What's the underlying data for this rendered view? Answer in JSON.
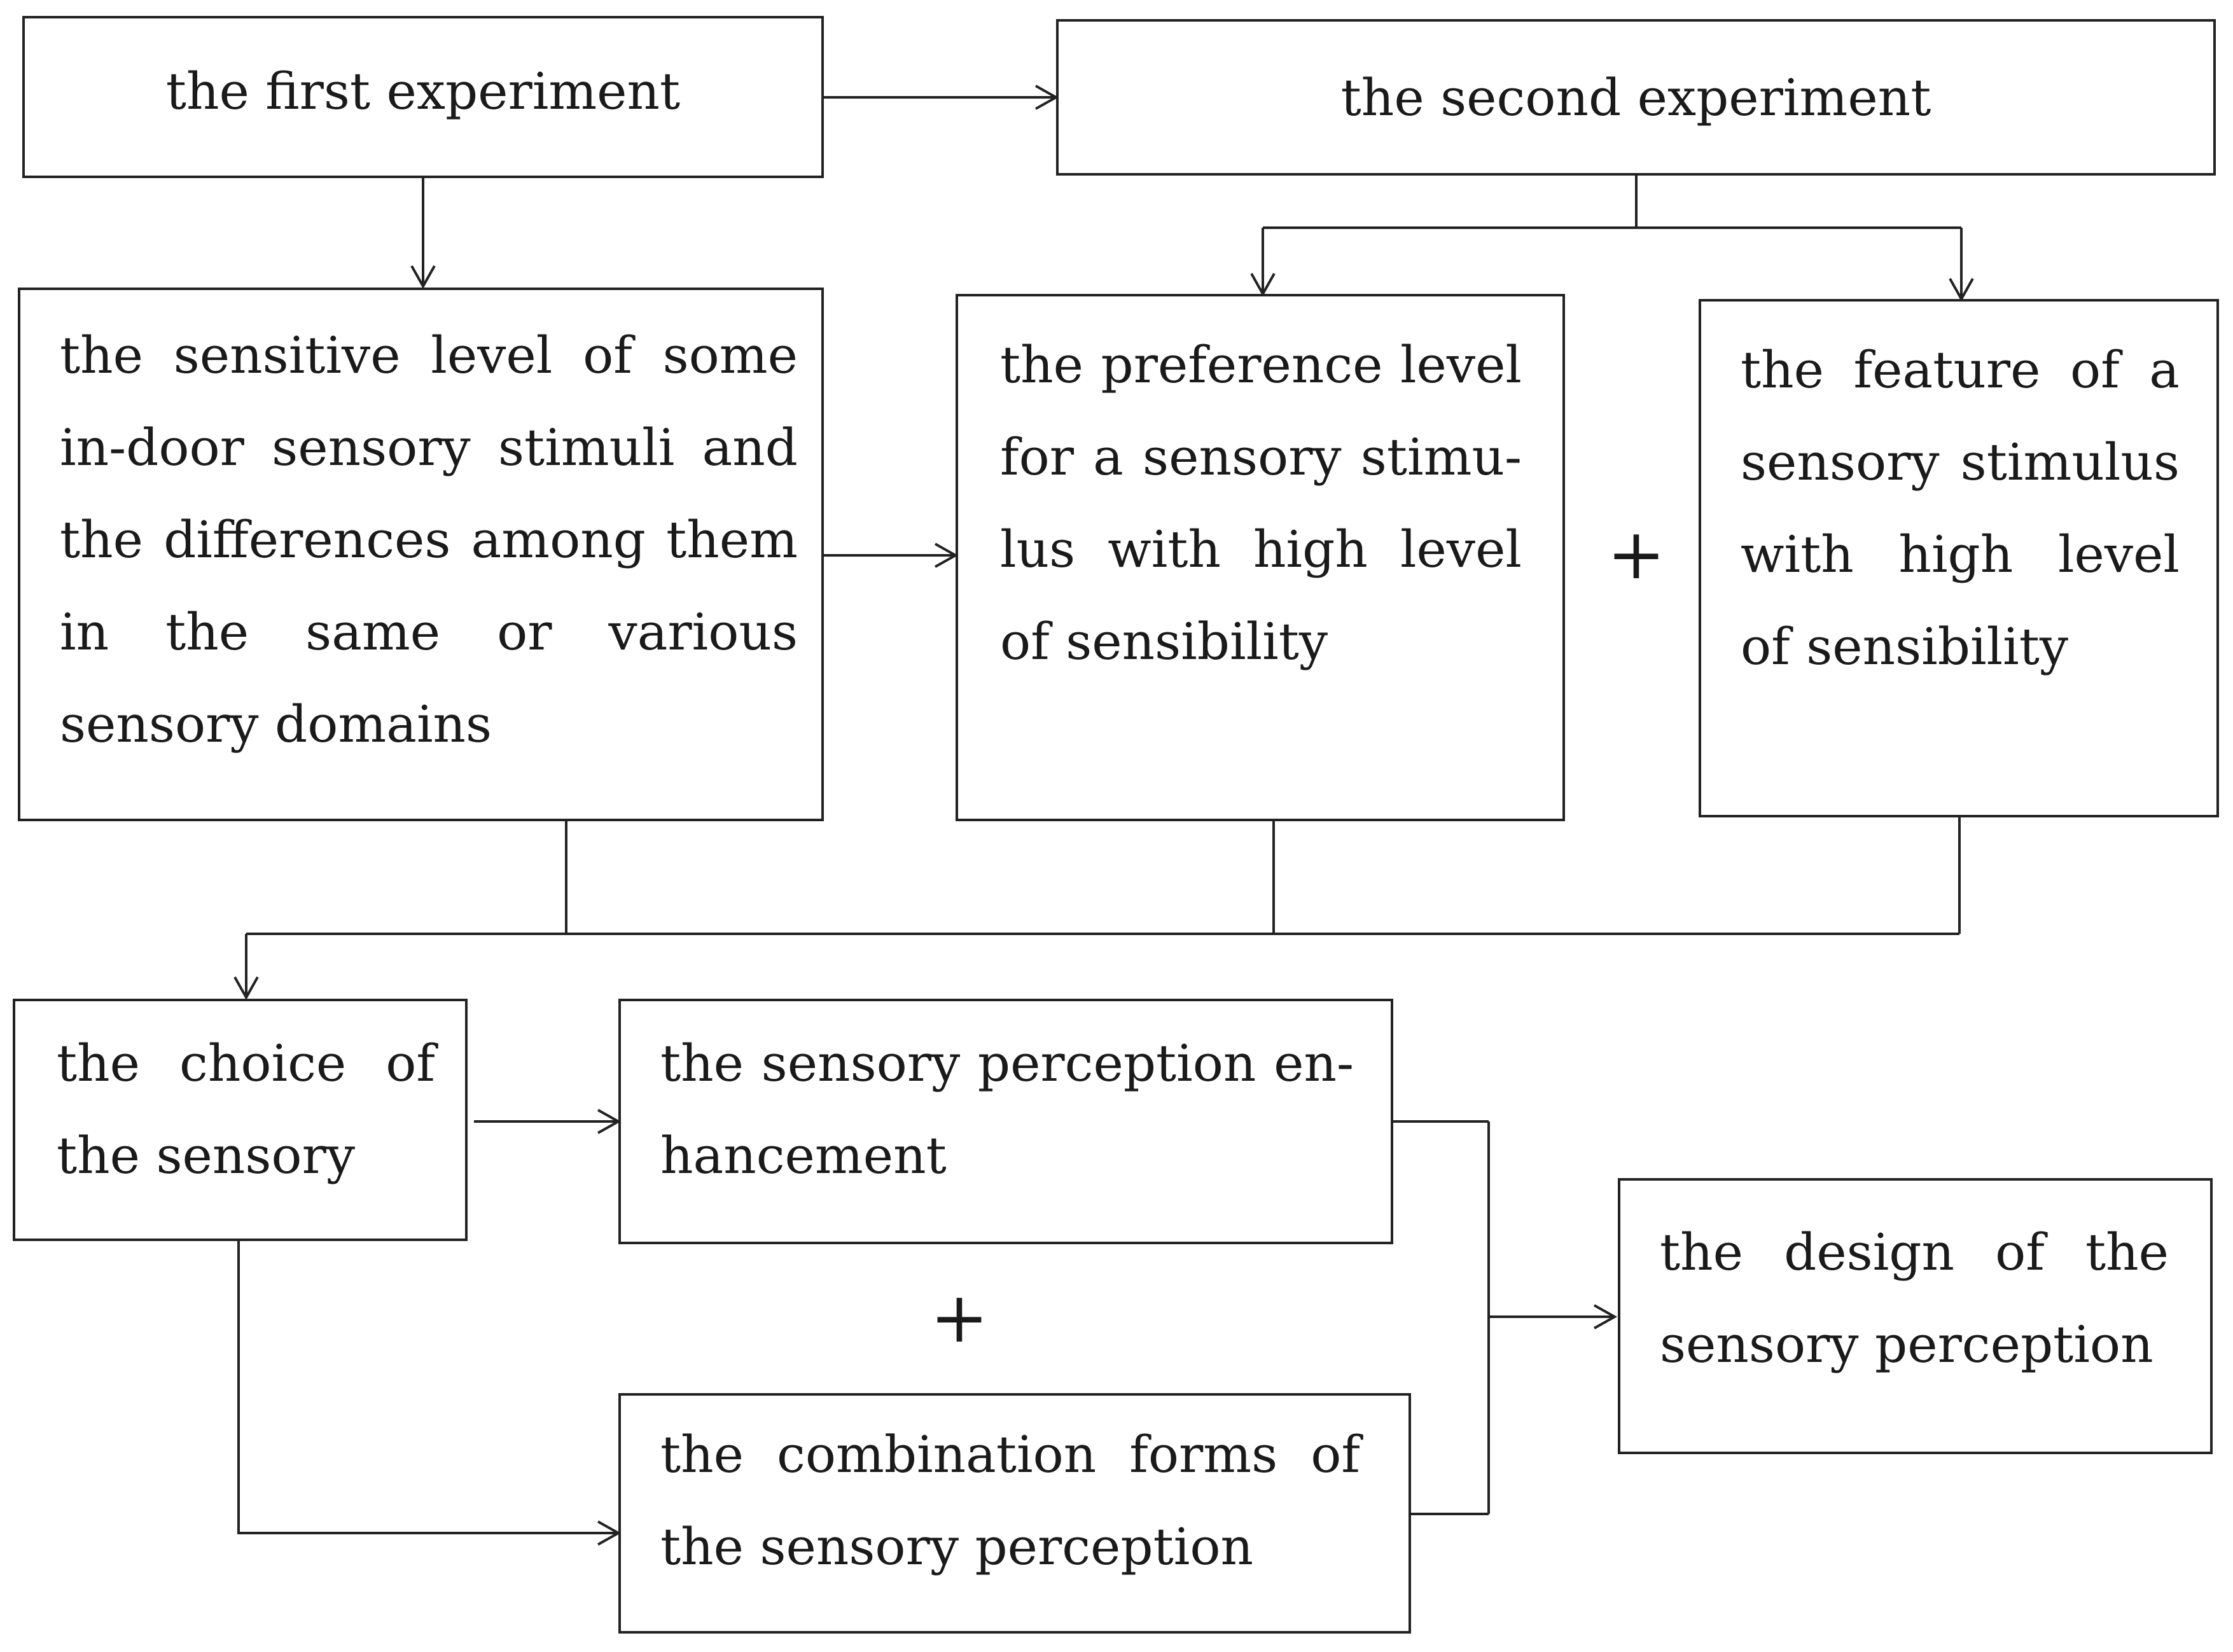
{
  "nodes": {
    "first_experiment": "the first experiment",
    "second_experiment": "the second experiment",
    "sensitive_level": "the sensitive level of some in-door sensory stimuli and the differences among them in the same or various sensory domains",
    "preference_level": "the preference level for a sensory stimu-lus with high level of sensibility",
    "feature": "the feature of a sensory stimulus with high level of sensibility",
    "choice": "the choice of the sensory",
    "enhancement": "the sensory perception en-hancement",
    "combination": "the combination forms of the sensory perception",
    "design": "the design of the sensory perception"
  },
  "operators": {
    "plus_top": "+",
    "plus_bottom": "+"
  },
  "colors": {
    "line": "#222222",
    "background": "#ffffff",
    "text": "#1a1a1a"
  }
}
